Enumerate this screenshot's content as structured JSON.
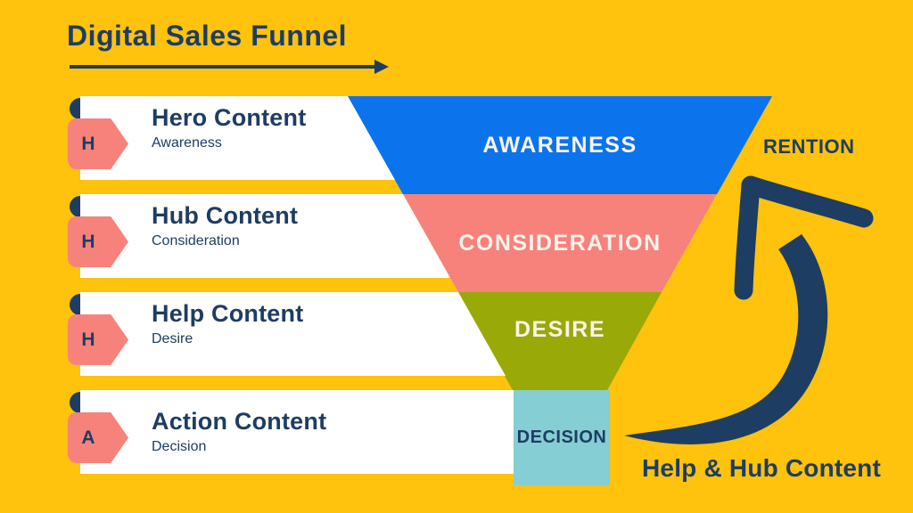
{
  "title": {
    "text": "Digital Sales Funnel"
  },
  "rows": [
    {
      "letter": "H",
      "title": "Hero Content",
      "subtitle": "Awareness"
    },
    {
      "letter": "H",
      "title": "Hub Content",
      "subtitle": "Consideration"
    },
    {
      "letter": "H",
      "title": "Help Content",
      "subtitle": "Desire"
    },
    {
      "letter": "A",
      "title": "Action Content",
      "subtitle": "Decision"
    }
  ],
  "funnel": {
    "stages": [
      {
        "label": "AWARENESS",
        "color": "#0B74EC"
      },
      {
        "label": "CONSIDERATION",
        "color": "#F7827C"
      },
      {
        "label": "DESIRE",
        "color": "#99A907"
      },
      {
        "label": "DECISION",
        "color": "#85CED3"
      }
    ]
  },
  "annotations": {
    "retention": "RENTION",
    "bottom_note": "Help & Hub Content"
  },
  "colors": {
    "background": "#FFC20D",
    "navy": "#1D3D63",
    "badge_coral": "#F7827C",
    "bar_white": "#FFFFFF",
    "funnel_label": "#FAF3EC"
  }
}
